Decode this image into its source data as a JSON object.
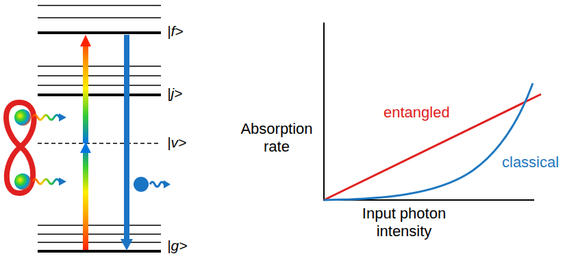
{
  "diagram": {
    "labels": [
      "|f>",
      "|j>",
      "|v>",
      "|g>",
      "Absorption rate",
      "entangled",
      "classical",
      "Input photon intensity"
    ]
  }
}
